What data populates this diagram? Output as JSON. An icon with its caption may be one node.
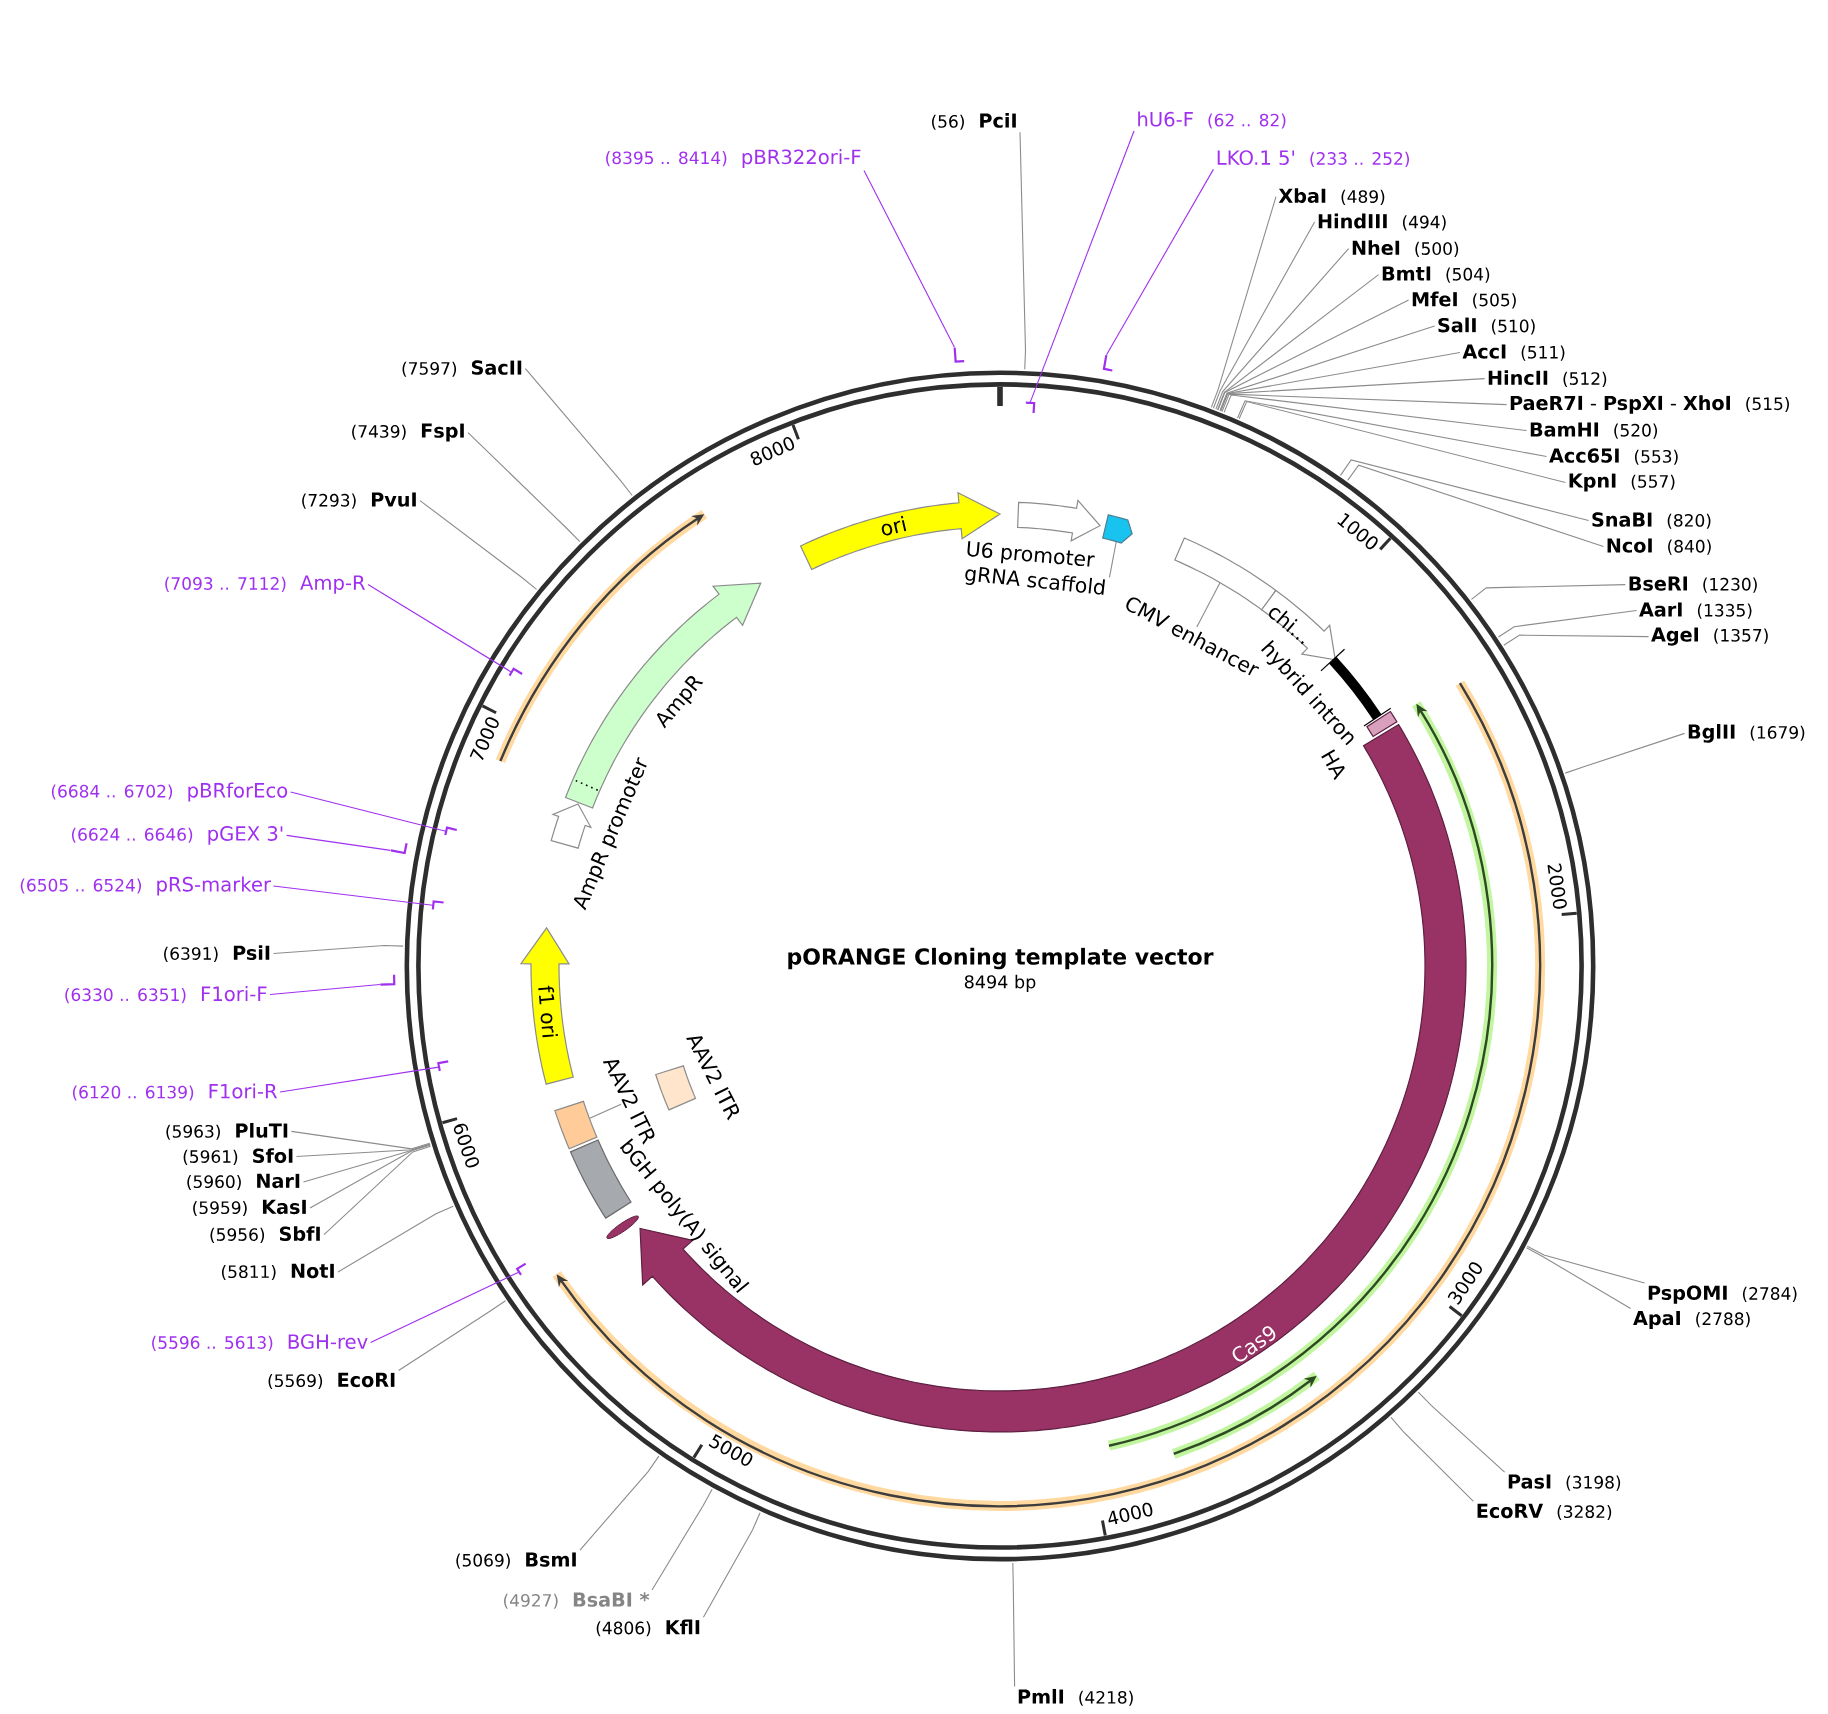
{
  "diagram": {
    "title": "pORANGE Cloning template vector",
    "nodes": [
      {
        "text": [
          "(8395 .. 8414)",
          "pBR322ori-F"
        ]
      },
      {
        "text": [],
        "shape": "bar"
      },
      {
        "text": [
          "(56)",
          "PciI"
        ]
      },
      {
        "text": [
          "hU6-F",
          "(62 .. 82)"
        ]
      },
      {
        "text": [],
        "shape": "bar"
      },
      {
        "text": [
          "LKO.1 5'",
          "(233 .. 252)"
        ]
      },
      {
        "text": [],
        "shape": "bar"
      },
      {
        "text": [
          "XbaI",
          "(489)"
        ]
      },
      {
        "text": [
          "HindIII",
          "(494)"
        ]
      },
      {
        "text": [
          "NheI",
          "(500)"
        ]
      },
      {
        "text": [
          "BmtI",
          "(504)"
        ]
      },
      {
        "text": [
          "MfeI",
          "(505)"
        ]
      },
      {
        "text": [
          "SalI",
          "(510)"
        ]
      },
      {
        "text": [
          "AccI",
          "(511)"
        ]
      },
      {
        "text": [
          "HincII",
          "(512)"
        ]
      },
      {
        "text": [
          "**PaeR7I** - **PspXI** - **XhoI**",
          "(515)"
        ]
      },
      {
        "text": [
          "BamHI",
          "(520)"
        ]
      },
      {
        "text": [
          "Acc65I",
          "(553)"
        ]
      },
      {
        "text": [
          "KpnI",
          "(557)"
        ]
      },
      {
        "text": [
          "SnaBI",
          "(820)"
        ]
      },
      {
        "text": [
          "NcoI",
          "(840)"
        ]
      },
      {
        "text": [
          "BseRI",
          "(1230)"
        ]
      },
      {
        "text": [
          "AarI",
          "(1335)"
        ]
      },
      {
        "text": [
          "AgeI",
          "(1357)"
        ]
      },
      {
        "text": [
          "BglII",
          "(1679)"
        ]
      },
      {
        "text": [
          "PspOMI",
          "(2784)"
        ]
      },
      {
        "text": [
          "ApaI",
          "(2788)"
        ]
      },
      {
        "text": [
          "PasI",
          "(3198)"
        ]
      },
      {
        "text": [
          "EcoRV",
          "(3282)"
        ]
      },
      {
        "text": [
          "PmlI",
          "(4218)"
        ]
      },
      {
        "text": [
          "(4806)",
          "KflI"
        ]
      },
      {
        "text": [
          "(4927)",
          "BsaBI *"
        ]
      },
      {
        "text": [
          "(5069)",
          "BsmI"
        ]
      },
      {
        "text": [
          "(5569)",
          "EcoRI"
        ]
      },
      {
        "text": [
          "(5596 .. 5613)",
          "BGH-rev"
        ]
      },
      {
        "text": [],
        "shape": "bar"
      },
      {
        "text": [
          "(5811)",
          "NotI"
        ]
      },
      {
        "text": [
          "(5956)",
          "SbfI"
        ]
      },
      {
        "text": [
          "(5959)",
          "KasI"
        ]
      },
      {
        "text": [
          "(5960)",
          "NarI"
        ]
      },
      {
        "text": [
          "(5961)",
          "SfoI"
        ]
      },
      {
        "text": [
          "(5963)",
          "PluTI"
        ]
      },
      {
        "text": [
          "(6120 .. 6139)",
          "F1ori-R"
        ]
      },
      {
        "text": [],
        "shape": "bar"
      },
      {
        "text": [
          "(6330 .. 6351)",
          "F1ori-F"
        ]
      },
      {
        "text": [],
        "shape": "bar"
      },
      {
        "text": [
          "(6391)",
          "PsiI"
        ]
      },
      {
        "text": [
          "(6505 .. 6524)",
          "pRS-marker"
        ]
      },
      {
        "text": [],
        "shape": "bar"
      },
      {
        "text": [
          "(6624 .. 6646)",
          "pGEX 3'"
        ]
      },
      {
        "text": [],
        "shape": "bar"
      },
      {
        "text": [
          "(6684 .. 6702)",
          "pBRforEco"
        ]
      },
      {
        "text": [],
        "shape": "bar"
      },
      {
        "text": [
          "(7093 .. 7112)",
          "Amp-R"
        ]
      },
      {
        "text": [],
        "shape": "bar"
      },
      {
        "text": [
          "(7293)",
          "PvuI"
        ]
      },
      {
        "text": [
          "(7439)",
          "FspI"
        ]
      },
      {
        "text": [
          "(7597)",
          "SacII"
        ]
      },
      {
        "text": [
          "ori"
        ]
      },
      {
        "text": [
          "U6 promoter"
        ]
      },
      {
        "text": [],
        "shape": "pentagon"
      },
      {
        "text": [
          "gRNA scaffold"
        ]
      },
      {
        "text": [],
        "shape": "box"
      },
      {
        "text": [
          "CMV enhancer"
        ]
      },
      {
        "text": [
          "chi..."
        ]
      },
      {
        "text": [
          "hybrid intron"
        ]
      },
      {
        "text": [
          "HA"
        ]
      },
      {
        "text": [
          "Cas9"
        ]
      },
      {
        "text": [
          "bGH poly(A) signal"
        ]
      },
      {
        "text": [],
        "shape": "box"
      },
      {
        "text": [
          "AAV2 ITR"
        ]
      },
      {
        "text": [
          "AAV2 ITR"
        ]
      },
      {
        "text": [
          "f1 ori"
        ]
      },
      {
        "text": [
          "AmpR promoter"
        ]
      },
      {
        "text": [
          "AmpR"
        ]
      }
    ],
    "edges": [
      {
        "from": 0,
        "to": 1,
        "arrow": "none",
        "color": "#a030f0"
      },
      {
        "from": 2,
        "to": null,
        "arrow": "none"
      },
      {
        "from": 3,
        "to": 4,
        "arrow": "none",
        "color": "#a030f0"
      },
      {
        "from": 5,
        "to": 6,
        "arrow": "none",
        "color": "#a030f0"
      },
      {
        "from": 7,
        "to": null,
        "arrow": "none"
      },
      {
        "from": 8,
        "to": null,
        "arrow": "none"
      },
      {
        "from": 9,
        "to": null,
        "arrow": "none"
      },
      {
        "from": 10,
        "to": null,
        "arrow": "none"
      },
      {
        "from": 11,
        "to": null,
        "arrow": "none"
      },
      {
        "from": 12,
        "to": null,
        "arrow": "none"
      },
      {
        "from": 13,
        "to": null,
        "arrow": "none"
      },
      {
        "from": 14,
        "to": null,
        "arrow": "none"
      },
      {
        "from": 15,
        "to": null,
        "arrow": "none"
      },
      {
        "from": 16,
        "to": null,
        "arrow": "none"
      },
      {
        "from": 17,
        "to": null,
        "arrow": "none"
      },
      {
        "from": 18,
        "to": null,
        "arrow": "none"
      },
      {
        "from": 19,
        "to": null,
        "arrow": "none"
      },
      {
        "from": 20,
        "to": null,
        "arrow": "none"
      },
      {
        "from": 21,
        "to": null,
        "arrow": "none"
      },
      {
        "from": 22,
        "to": null,
        "arrow": "none"
      },
      {
        "from": 23,
        "to": null,
        "arrow": "none"
      },
      {
        "from": 24,
        "to": null,
        "arrow": "none"
      },
      {
        "from": 25,
        "to": null,
        "arrow": "none"
      },
      {
        "from": 26,
        "to": null,
        "arrow": "none"
      },
      {
        "from": 27,
        "to": null,
        "arrow": "none"
      },
      {
        "from": 28,
        "to": null,
        "arrow": "none"
      },
      {
        "from": 29,
        "to": null,
        "arrow": "none"
      },
      {
        "from": 30,
        "to": null,
        "arrow": "none"
      },
      {
        "from": 31,
        "to": null,
        "arrow": "none"
      },
      {
        "from": 32,
        "to": null,
        "arrow": "none"
      },
      {
        "from": 33,
        "to": null,
        "arrow": "none"
      },
      {
        "from": 34,
        "to": 35,
        "arrow": "none",
        "color": "#a030f0"
      },
      {
        "from": 36,
        "to": null,
        "arrow": "none"
      },
      {
        "from": 37,
        "to": null,
        "arrow": "none"
      },
      {
        "from": 38,
        "to": null,
        "arrow": "none"
      },
      {
        "from": 39,
        "to": null,
        "arrow": "none"
      },
      {
        "from": 40,
        "to": null,
        "arrow": "none"
      },
      {
        "from": 41,
        "to": null,
        "arrow": "none"
      },
      {
        "from": 42,
        "to": 43,
        "arrow": "none",
        "color": "#a030f0"
      },
      {
        "from": 44,
        "to": 45,
        "arrow": "none",
        "color": "#a030f0"
      },
      {
        "from": 46,
        "to": null,
        "arrow": "none"
      },
      {
        "from": 47,
        "to": 48,
        "arrow": "none",
        "color": "#a030f0"
      },
      {
        "from": 49,
        "to": 50,
        "arrow": "none",
        "color": "#a030f0"
      },
      {
        "from": 51,
        "to": 52,
        "arrow": "none",
        "color": "#a030f0"
      },
      {
        "from": 53,
        "to": 54,
        "arrow": "none",
        "color": "#a030f0"
      },
      {
        "from": 55,
        "to": null,
        "arrow": "none"
      },
      {
        "from": 56,
        "to": null,
        "arrow": "none"
      },
      {
        "from": 57,
        "to": null,
        "arrow": "none"
      },
      {
        "from": 61,
        "to": 60,
        "arrow": "none"
      },
      {
        "from": 63,
        "to": 62,
        "arrow": "none"
      },
      {
        "from": 70,
        "to": 69,
        "arrow": "none"
      }
    ],
    "labels": [
      "8494 bp",
      "1000",
      "2000",
      "3000",
      "4000",
      "5000",
      "6000",
      "7000",
      "8000"
    ]
  }
}
